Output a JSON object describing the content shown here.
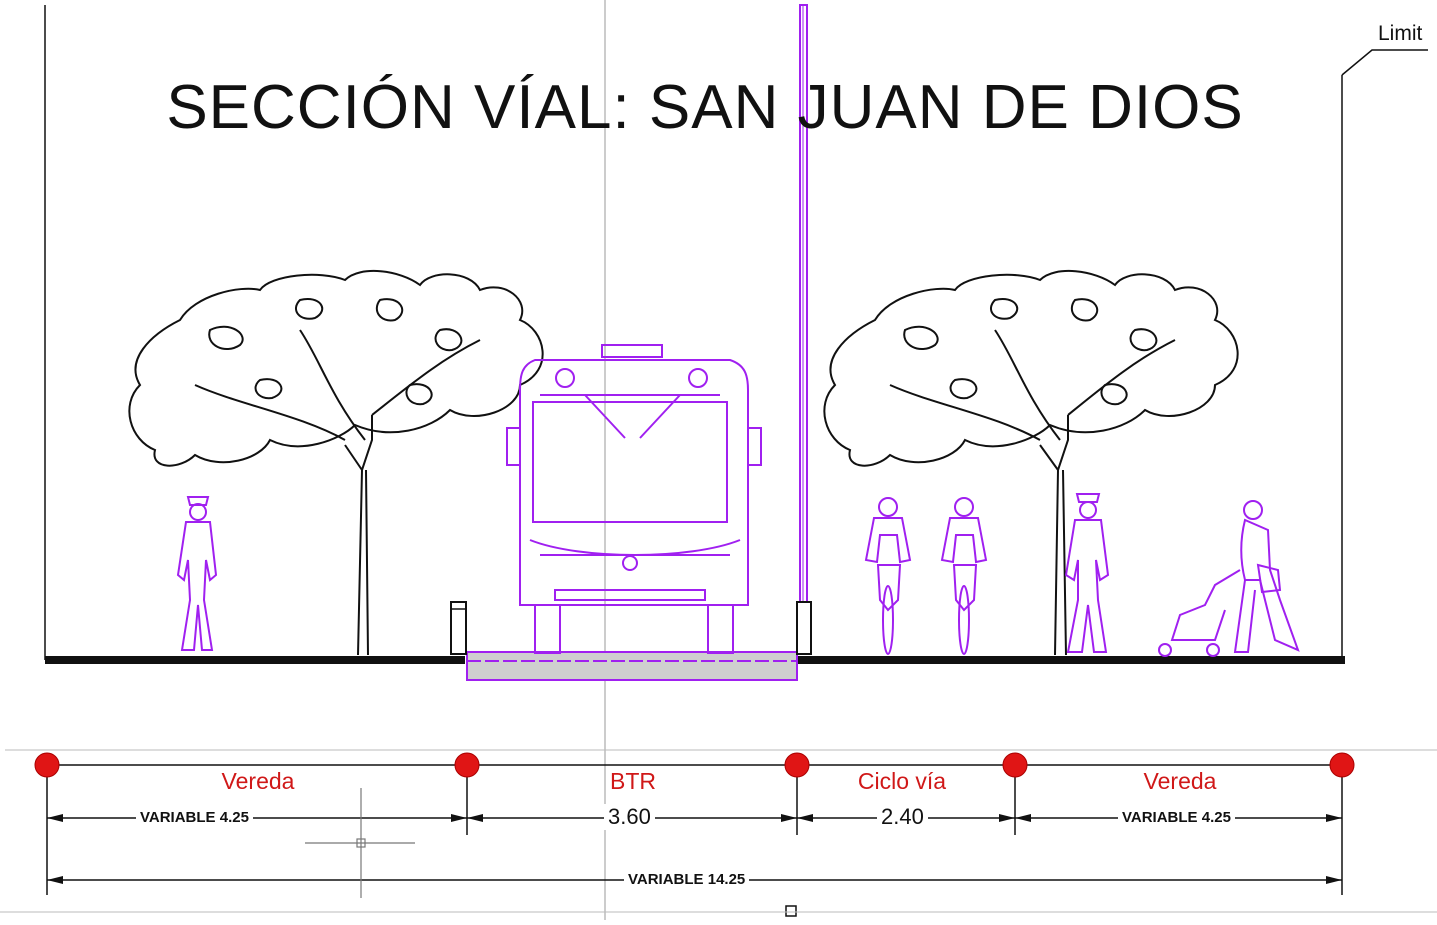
{
  "title": "SECCIÓN VÍAL: SAN JUAN DE DIOS",
  "limit_label": "Limit",
  "segments": [
    {
      "label": "Vereda",
      "dimension": "VARIABLE 4.25"
    },
    {
      "label": "BTR",
      "dimension": "3.60"
    },
    {
      "label": "Ciclo vía",
      "dimension": "2.40"
    },
    {
      "label": "Vereda",
      "dimension": "VARIABLE 4.25"
    }
  ],
  "total_dimension": "VARIABLE 14.25",
  "colors": {
    "linework": "#111111",
    "bus_and_figures": "#a020f0",
    "segment_label": "#d01818",
    "marker": "#e01515"
  },
  "icons": [
    "tree-icon",
    "pedestrian-icon",
    "bus-icon",
    "cyclist-icon",
    "stroller-icon",
    "bollard-icon",
    "pole-icon"
  ]
}
